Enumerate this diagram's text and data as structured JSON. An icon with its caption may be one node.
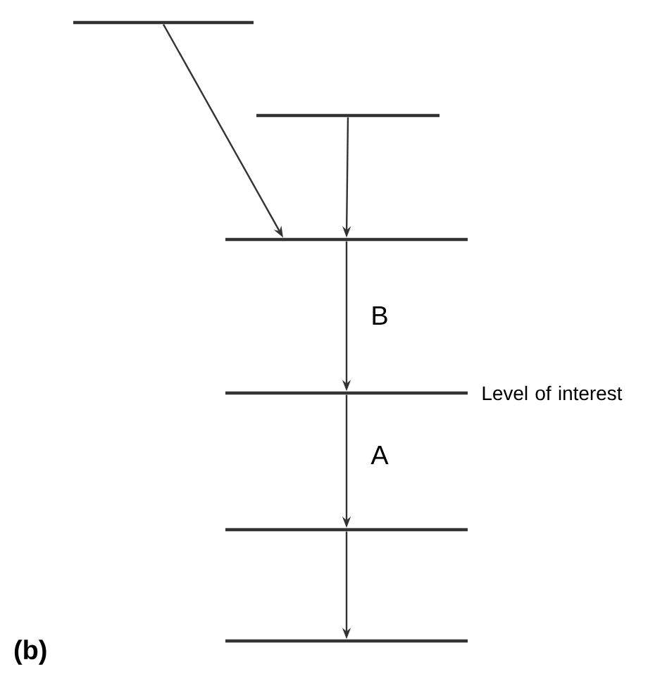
{
  "diagram": {
    "nodes": [
      {
        "text": [],
        "shape": "bar"
      },
      {
        "text": [],
        "shape": "bar"
      },
      {
        "text": [],
        "shape": "bar"
      },
      {
        "text": [],
        "shape": "bar",
        "beside": [
          "Level of interest"
        ]
      },
      {
        "text": [],
        "shape": "bar"
      },
      {
        "text": [],
        "shape": "bar"
      }
    ],
    "edges": [
      {
        "from": 0,
        "to": 2,
        "arrow": "to"
      },
      {
        "from": 1,
        "to": 2,
        "arrow": "to"
      },
      {
        "from": 2,
        "to": 3,
        "arrow": "to",
        "label": "B"
      },
      {
        "from": 3,
        "to": 4,
        "arrow": "to",
        "label": "A"
      },
      {
        "from": 4,
        "to": 5,
        "arrow": "to"
      }
    ],
    "labels": [
      "(b)"
    ]
  }
}
